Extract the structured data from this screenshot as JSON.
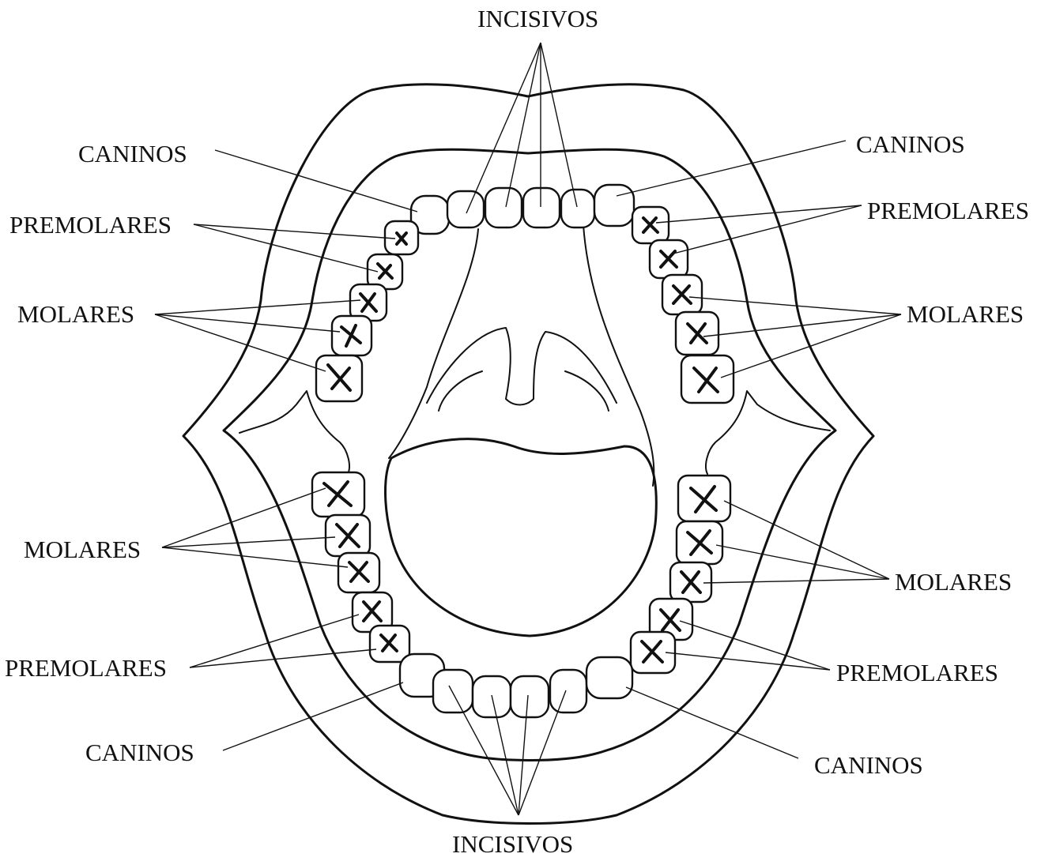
{
  "labels": {
    "incisivos_top": "INCISIVOS",
    "incisivos_bottom": "INCISIVOS",
    "caninos_upper_left": "CANINOS",
    "caninos_upper_right": "CANINOS",
    "caninos_lower_left": "CANINOS",
    "caninos_lower_right": "CANINOS",
    "premolares_upper_left": "PREMOLARES",
    "premolares_upper_right": "PREMOLARES",
    "premolares_lower_left": "PREMOLARES",
    "premolares_lower_right": "PREMOLARES",
    "molares_upper_left": "MOLARES",
    "molares_upper_right": "MOLARES",
    "molares_lower_left": "MOLARES",
    "molares_lower_right": "MOLARES"
  }
}
